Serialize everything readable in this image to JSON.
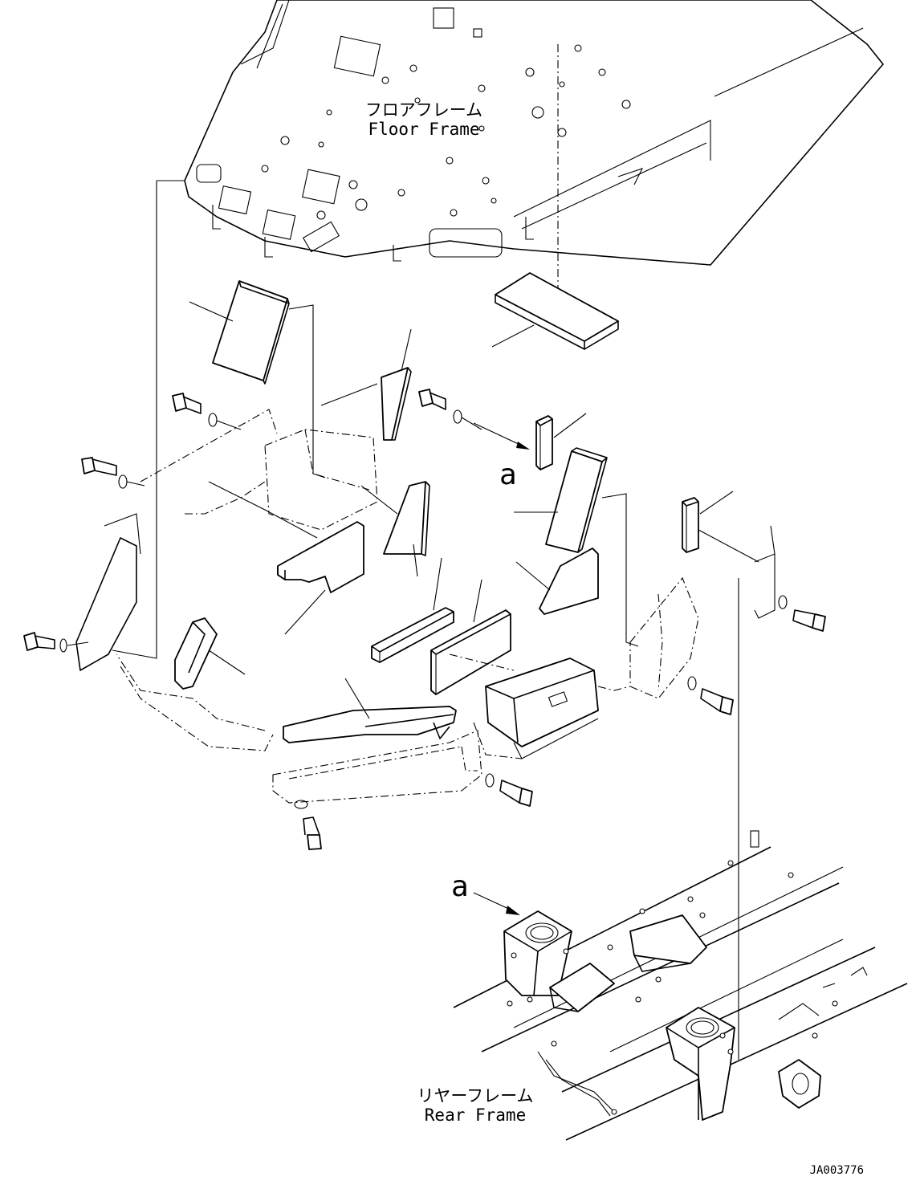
{
  "labels": {
    "floor_frame_jp": "フロアフレーム",
    "floor_frame_en": "Floor Frame",
    "rear_frame_jp": "リヤーフレーム",
    "rear_frame_en": "Rear Frame",
    "detail_marker_upper": "a",
    "detail_marker_lower": "a",
    "drawing_number": "JA003776"
  }
}
